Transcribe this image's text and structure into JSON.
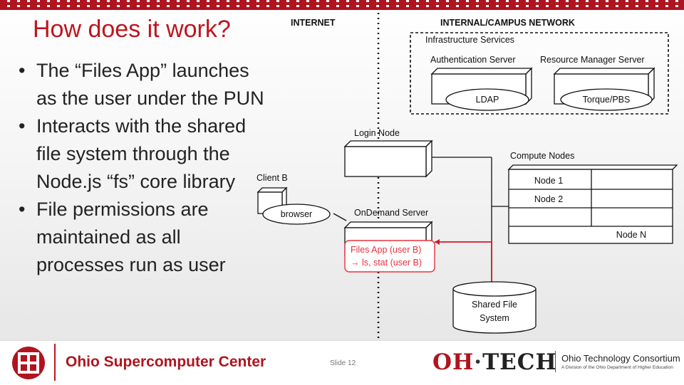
{
  "slide": {
    "title": "How does it work?",
    "bullets": [
      "The “Files App” launches as the user under the PUN",
      "Interacts with the shared file system through the Node.js “fs” core library",
      "File permissions are maintained as all processes run as user"
    ],
    "bullet_glyph": "•"
  },
  "diagram": {
    "internet_label": "INTERNET",
    "internal_label": "INTERNAL/CAMPUS NETWORK",
    "infrastructure_label": "Infrastructure Services",
    "auth_server": "Authentication Server",
    "ldap": "LDAP",
    "resource_manager": "Resource Manager Server",
    "torque": "Torque/PBS",
    "login_node": "Login Node",
    "client_b": "Client B",
    "browser": "browser",
    "ondemand_server": "OnDemand Server",
    "files_app_line1": "Files App (user B)",
    "files_app_line2": "→ ls, stat (user B)",
    "compute_nodes": "Compute Nodes",
    "node1": "Node 1",
    "node2": "Node 2",
    "nodeN": "Node N",
    "shared_fs_line1": "Shared File",
    "shared_fs_line2": "System",
    "accent_color": "#e8323c"
  },
  "footer": {
    "org_name": "Ohio Supercomputer Center",
    "slide_number": "Slide 12",
    "ohtech_oh": "OH",
    "ohtech_dot": "·",
    "ohtech_tech": "TECH",
    "consortium": "Ohio Technology Consortium",
    "consortium_sub": "A Division of the Ohio Department of Higher Education"
  }
}
